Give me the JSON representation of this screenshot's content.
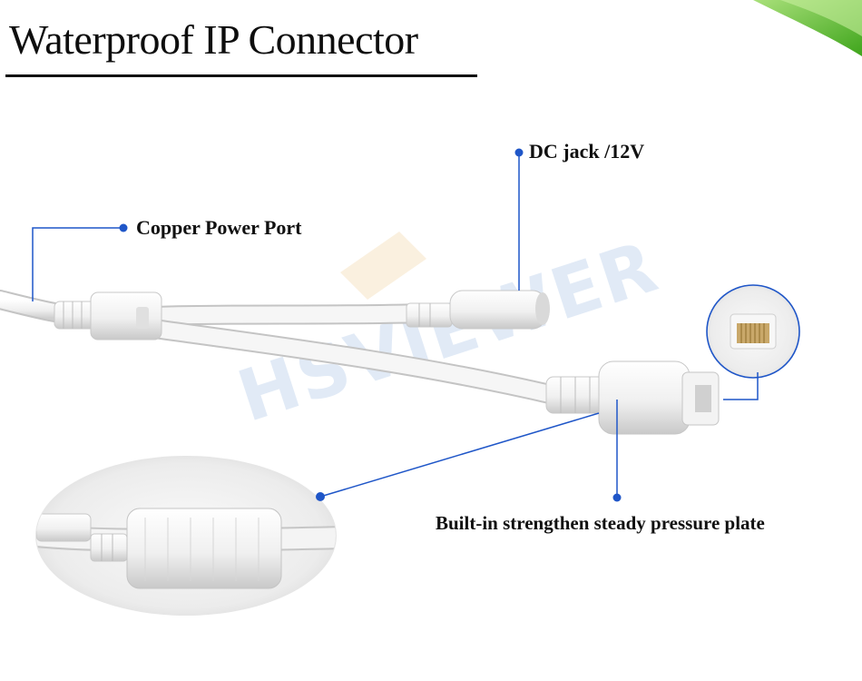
{
  "title": "Waterproof IP Connector",
  "watermark": "HSVIEWER",
  "labels": {
    "copper_power_port": "Copper Power Port",
    "dc_jack": "DC jack /12V",
    "pressure_plate": "Built-in strengthen steady pressure plate"
  },
  "colors": {
    "callout": "#1f56c8",
    "accent_corner": "#5bbf2a",
    "cable": "#f2f2f2"
  }
}
